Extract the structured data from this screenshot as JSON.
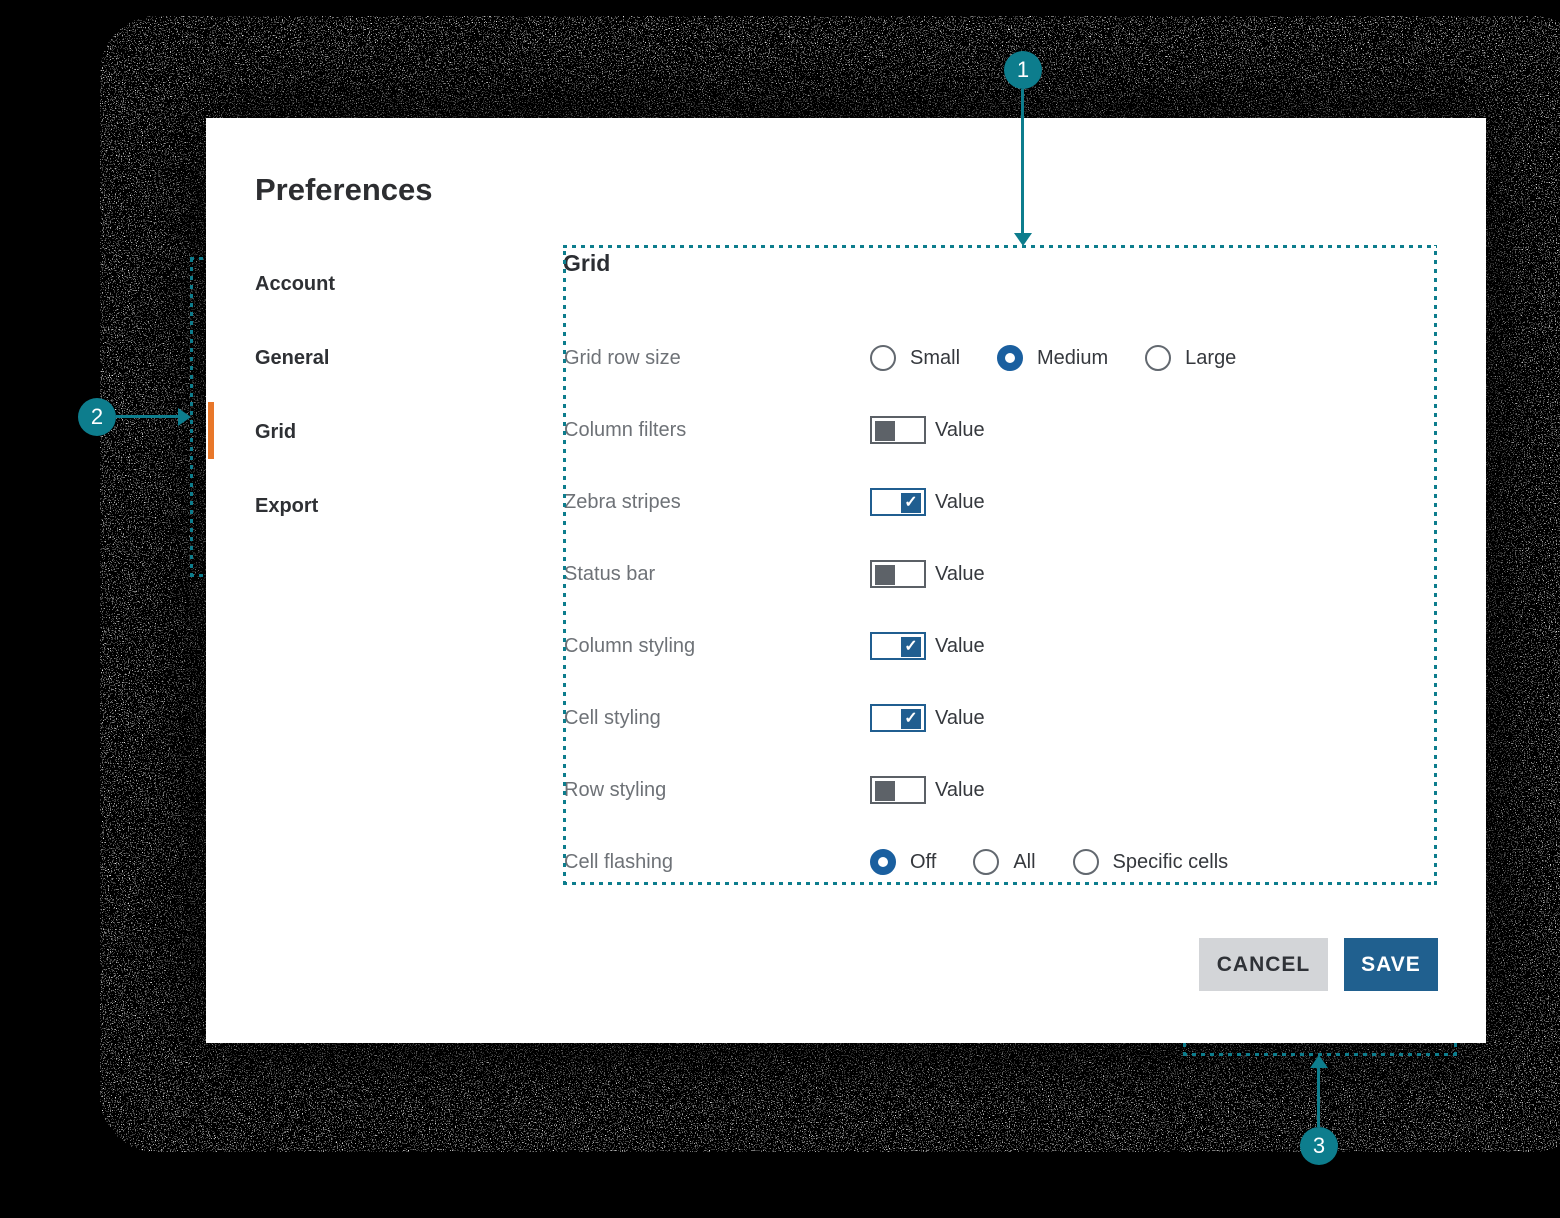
{
  "title": "Preferences",
  "colors": {
    "annotation_teal": "#0d7d8d",
    "active_orange": "#e8772a",
    "control_blue": "#205e90",
    "radio_blue": "#1a5f9f",
    "cancel_bg": "#d3d5d8",
    "label_gray": "#6e7277"
  },
  "sidebar": {
    "items": [
      {
        "label": "Account",
        "active": false
      },
      {
        "label": "General",
        "active": false
      },
      {
        "label": "Grid",
        "active": true
      },
      {
        "label": "Export",
        "active": false
      }
    ]
  },
  "panel": {
    "title": "Grid",
    "rows": [
      {
        "label": "Grid row size",
        "type": "radio-group",
        "options": [
          {
            "label": "Small",
            "selected": false
          },
          {
            "label": "Medium",
            "selected": true
          },
          {
            "label": "Large",
            "selected": false
          }
        ]
      },
      {
        "label": "Column filters",
        "type": "toggle",
        "checked": false,
        "value_label": "Value"
      },
      {
        "label": "Zebra stripes",
        "type": "toggle",
        "checked": true,
        "value_label": "Value"
      },
      {
        "label": "Status bar",
        "type": "toggle",
        "checked": false,
        "value_label": "Value"
      },
      {
        "label": "Column styling",
        "type": "toggle",
        "checked": true,
        "value_label": "Value"
      },
      {
        "label": "Cell styling",
        "type": "toggle",
        "checked": true,
        "value_label": "Value"
      },
      {
        "label": "Row styling",
        "type": "toggle",
        "checked": false,
        "value_label": "Value"
      },
      {
        "label": "Cell flashing",
        "type": "radio-group",
        "options": [
          {
            "label": "Off",
            "selected": true
          },
          {
            "label": "All",
            "selected": false
          },
          {
            "label": "Specific cells",
            "selected": false
          }
        ]
      }
    ],
    "check_glyph": "✓"
  },
  "buttons": {
    "cancel": "CANCEL",
    "save": "SAVE"
  },
  "callouts": [
    {
      "number": "1"
    },
    {
      "number": "2"
    },
    {
      "number": "3"
    }
  ]
}
